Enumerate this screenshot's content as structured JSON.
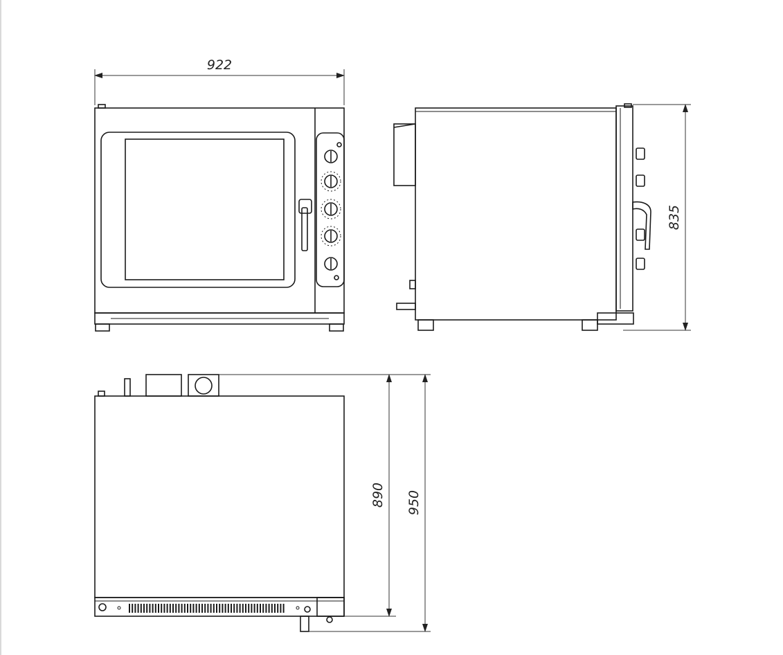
{
  "drawing": {
    "dimensions": {
      "front_width": "922",
      "side_height": "835",
      "top_depth_body": "890",
      "top_depth_overall": "950"
    }
  }
}
